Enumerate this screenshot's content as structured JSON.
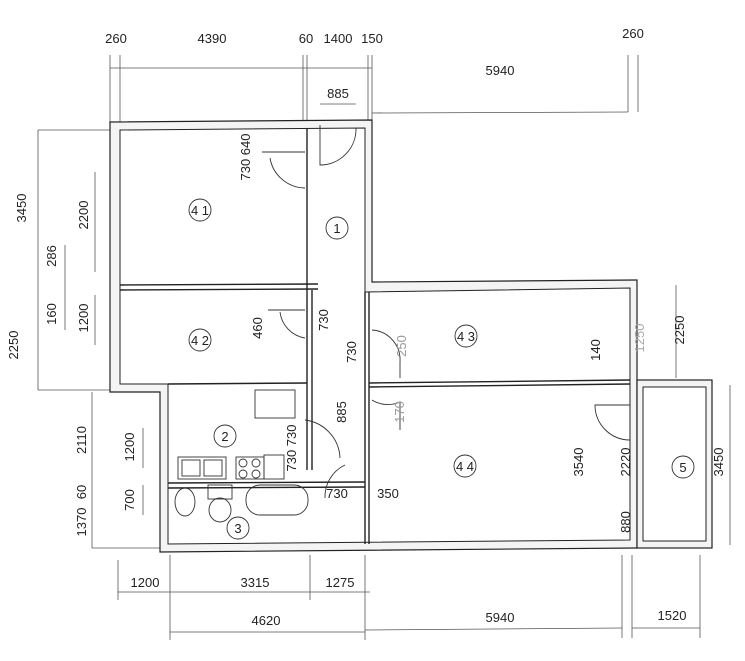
{
  "rooms": [
    "4 1",
    "1",
    "4 2",
    "4 3",
    "2",
    "4 4",
    "3",
    "5"
  ],
  "top_dims": [
    "260",
    "4390",
    "60",
    "1400",
    "150",
    "260",
    "5940",
    "885"
  ],
  "left_dims": [
    "3450",
    "2200",
    "286",
    "160",
    "1200",
    "2250",
    "2110",
    "1200",
    "60",
    "700",
    "1370"
  ],
  "interior_dims": [
    "730 640",
    "460",
    "730",
    "730",
    "250",
    "885",
    "170",
    "730 730",
    "730",
    "350",
    "140",
    "1250",
    "2250",
    "3540",
    "2220",
    "880",
    "3450"
  ],
  "bottom_dims": [
    "1200",
    "3315",
    "1275",
    "4620",
    "5940",
    "1520"
  ]
}
